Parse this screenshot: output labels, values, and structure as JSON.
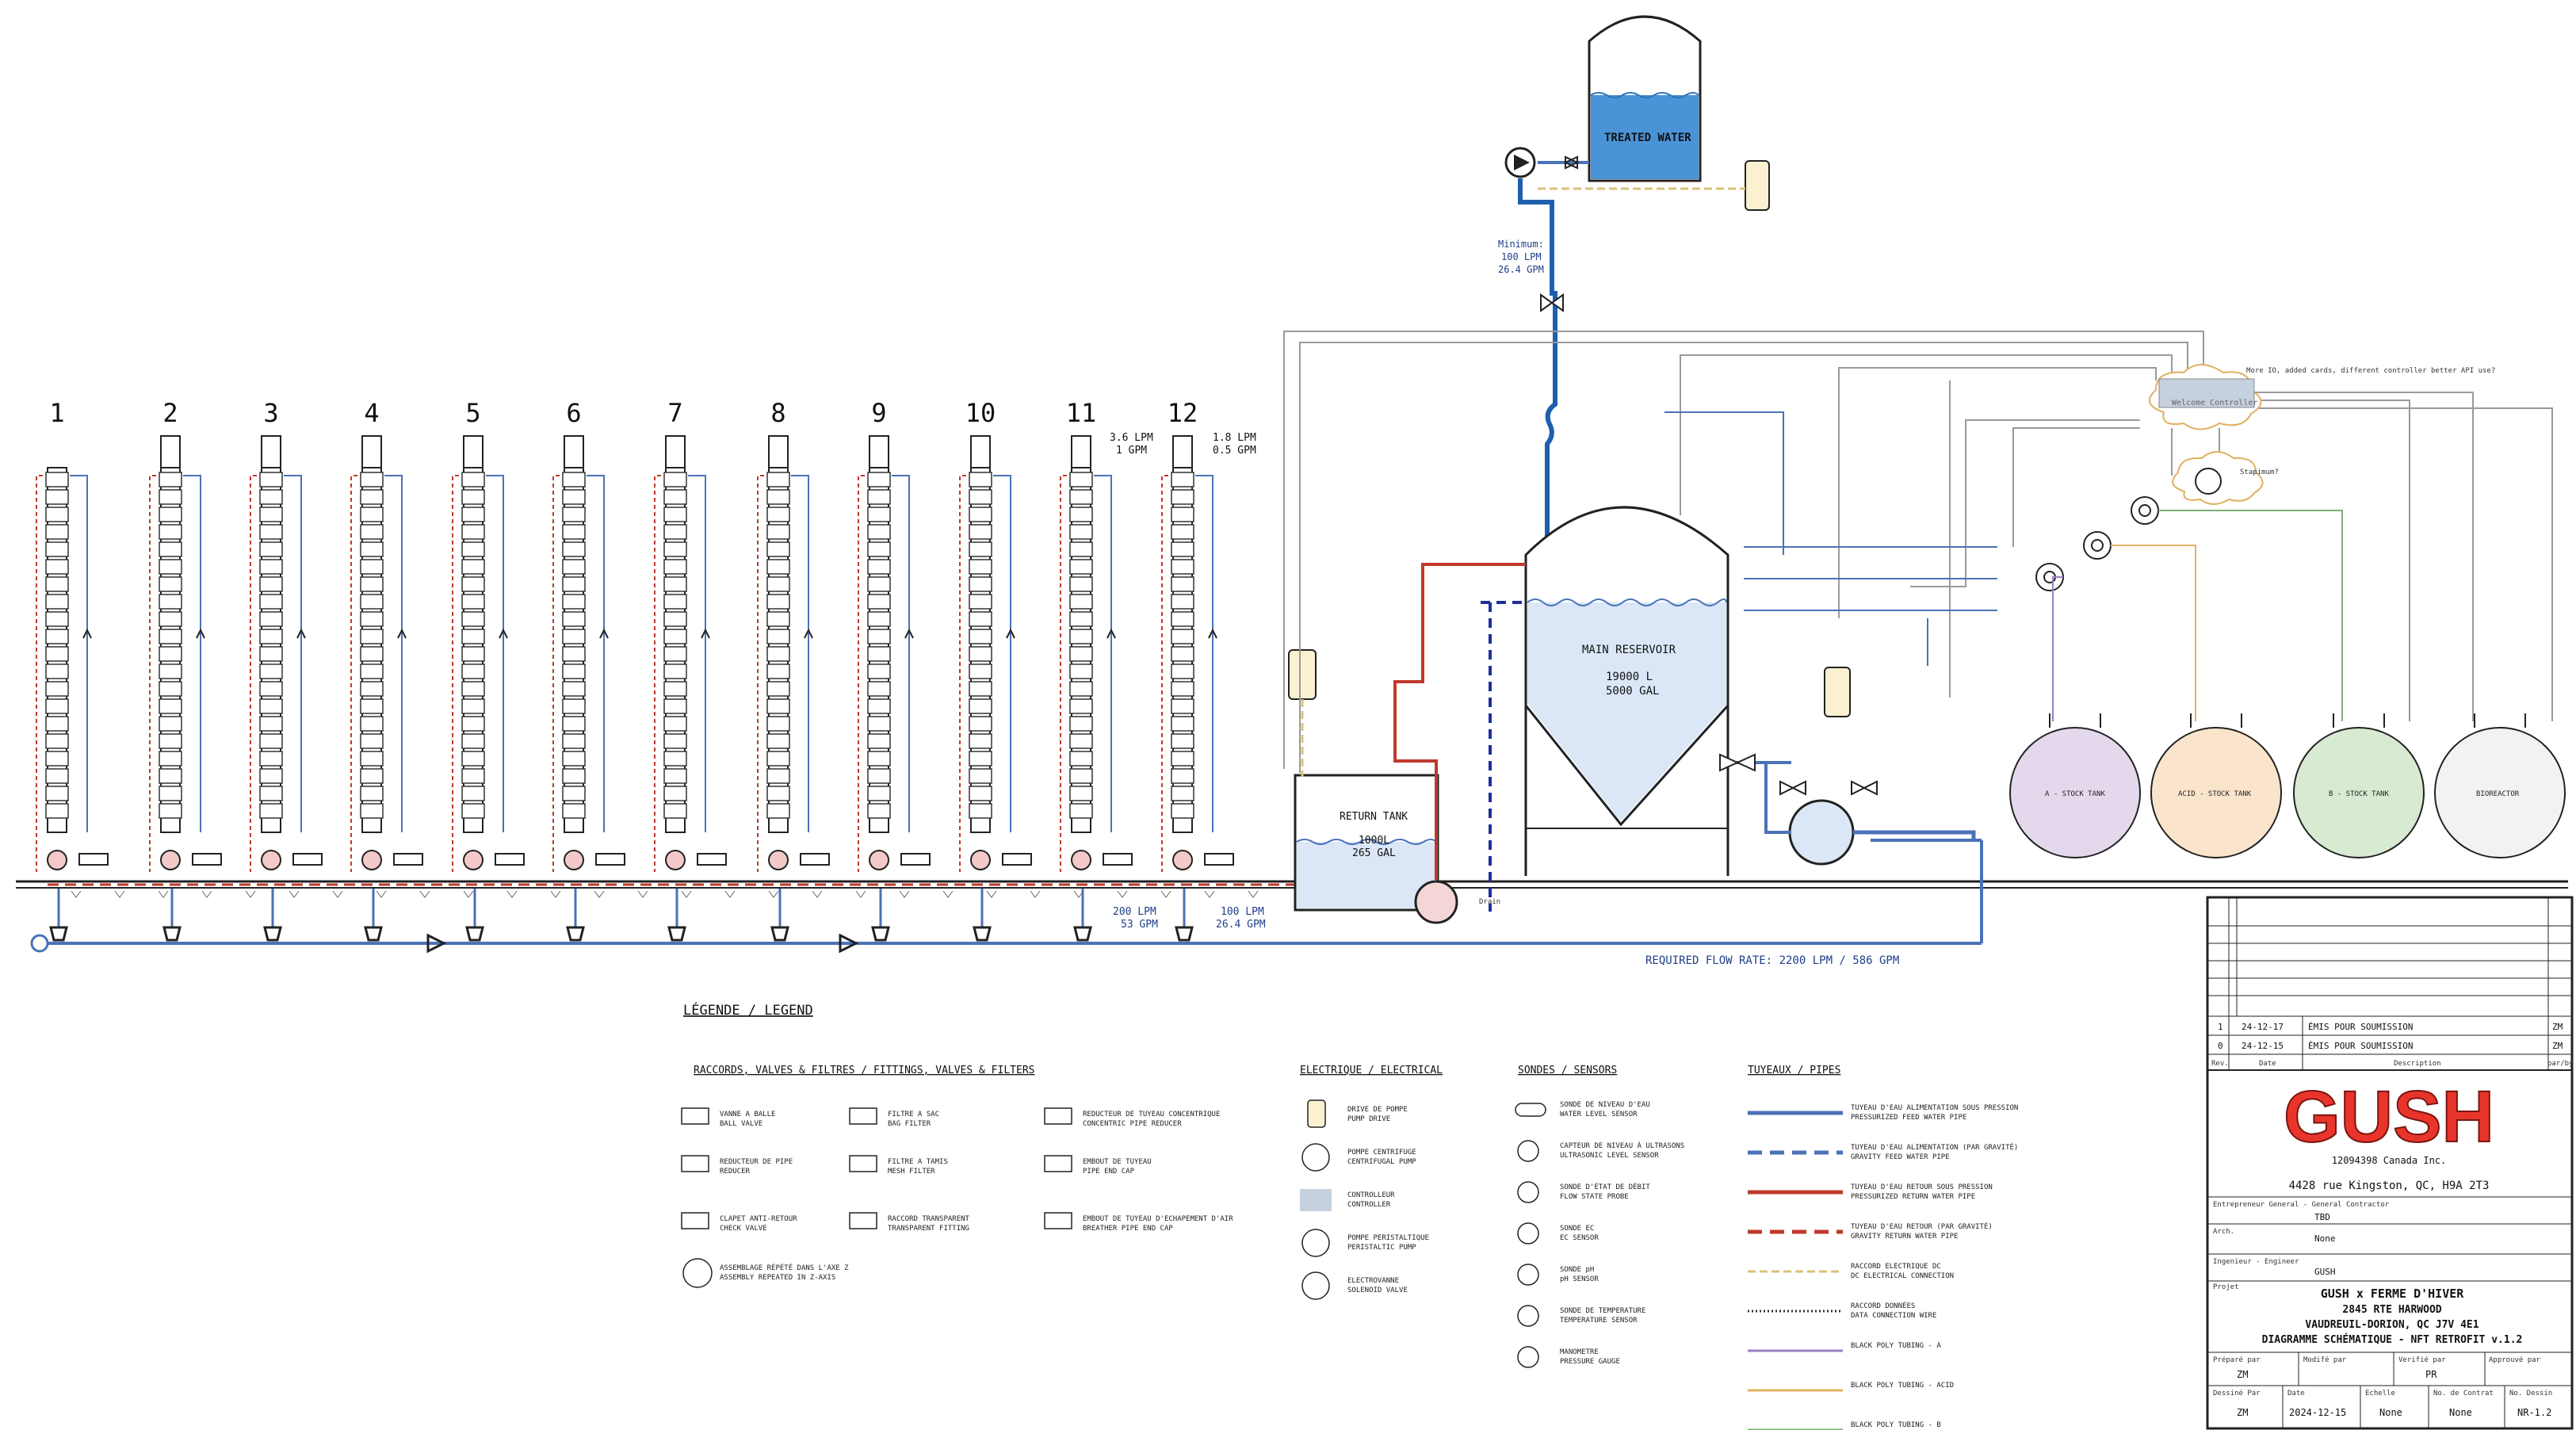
{
  "diagram": {
    "tower_numbers": [
      "1",
      "2",
      "3",
      "4",
      "5",
      "6",
      "7",
      "8",
      "9",
      "10",
      "11",
      "12"
    ],
    "flow_notes": {
      "tower11_a": "3.6 LPM",
      "tower11_b": "1 GPM",
      "tower12_a": "1.8 LPM",
      "tower12_b": "0.5 GPM",
      "header_a1": "200 LPM",
      "header_a2": "53 GPM",
      "header_b1": "100 LPM",
      "header_b2": "26.4 GPM",
      "minimum_1": "Minimum:",
      "minimum_2": "100 LPM",
      "minimum_3": "26.4 GPM",
      "required": "REQUIRED FLOW RATE: 2200 LPM / 586 GPM"
    },
    "tanks": {
      "treated_water": "TREATED WATER",
      "main_reservoir_1": "MAIN RESERVOIR",
      "main_reservoir_2": "19000 L",
      "main_reservoir_3": "5000 GAL",
      "return_tank_1": "RETURN TANK",
      "return_tank_2": "1000L",
      "return_tank_3": "265 GAL",
      "stock_a": "A - STOCK TANK",
      "stock_acid": "ACID - STOCK TANK",
      "stock_b": "B - STOCK TANK",
      "bioreactor": "BIOREACTOR"
    },
    "notes": {
      "controller": "Welcome Controller",
      "controller_note": "More IO, added cards, different controller better API use?",
      "cloud2_note": "Stapimum?",
      "drain": "Drain"
    }
  },
  "legend": {
    "title": "LÉGENDE / LEGEND",
    "fittings": {
      "heading": "RACCORDS, VALVES & FILTRES / FITTINGS, VALVES & FILTERS",
      "items": [
        {
          "fr": "VANNE A BALLE",
          "en": "BALL VALVE"
        },
        {
          "fr": "REDUCTEUR DE PIPE",
          "en": "REDUCER"
        },
        {
          "fr": "CLAPET ANTI-RETOUR",
          "en": "CHECK VALVE"
        },
        {
          "fr": "ASSEMBLAGE RÉPÉTÉ DANS L'AXE Z",
          "en": "ASSEMBLY REPEATED IN Z-AXIS"
        },
        {
          "fr": "FILTRE A SAC",
          "en": "BAG FILTER"
        },
        {
          "fr": "FILTRE A TAMIS",
          "en": "MESH FILTER"
        },
        {
          "fr": "RACCORD TRANSPARENT",
          "en": "TRANSPARENT FITTING"
        },
        {
          "fr": "REDUCTEUR DE TUYEAU CONCENTRIQUE",
          "en": "CONCENTRIC PIPE REDUCER"
        },
        {
          "fr": "EMBOUT DE TUYEAU",
          "en": "PIPE END CAP"
        },
        {
          "fr": "EMBOUT DE TUYEAU D'ECHAPEMENT D'AIR",
          "en": "BREATHER PIPE END CAP"
        }
      ]
    },
    "electrical": {
      "heading": "ELECTRIQUE / ELECTRICAL",
      "items": [
        {
          "fr": "DRIVE DE POMPE",
          "en": "PUMP DRIVE"
        },
        {
          "fr": "POMPE CENTRIFUGE",
          "en": "CENTRIFUGAL PUMP"
        },
        {
          "fr": "CONTROLLEUR",
          "en": "CONTROLLER"
        },
        {
          "fr": "POMPE PERISTALTIQUE",
          "en": "PERISTALTIC PUMP"
        },
        {
          "fr": "ELECTROVANNE",
          "en": "SOLENOID VALVE"
        }
      ]
    },
    "sensors": {
      "heading": "SONDES / SENSORS",
      "items": [
        {
          "fr": "SONDE DE NIVEAU D'EAU",
          "en": "WATER LEVEL SENSOR"
        },
        {
          "fr": "CAPTEUR DE NIVEAU À ULTRASONS",
          "en": "ULTRASONIC LEVEL SENSOR"
        },
        {
          "fr": "SONDE D'ÉTAT DE DÉBIT",
          "en": "FLOW STATE PROBE"
        },
        {
          "fr": "SONDE EC",
          "en": "EC SENSOR"
        },
        {
          "fr": "SONDE pH",
          "en": "pH SENSOR"
        },
        {
          "fr": "SONDE DE TEMPERATURE",
          "en": "TEMPERATURE SENSOR"
        },
        {
          "fr": "MANOMETRE",
          "en": "PRESSURE GAUGE"
        }
      ]
    },
    "pipes": {
      "heading": "TUYEAUX / PIPES",
      "items": [
        {
          "fr": "TUYEAU D'EAU ALIMENTATION SOUS PRESSION",
          "en": "PRESSURIZED FEED WATER PIPE",
          "color": "#4a72b8",
          "dash": "none"
        },
        {
          "fr": "TUYEAU D'EAU ALIMENTATION (PAR GRAVITÉ)",
          "en": "GRAVITY FEED WATER PIPE",
          "color": "#4a72b8",
          "dash": "18 10"
        },
        {
          "fr": "TUYEAU D'EAU RETOUR SOUS PRESSION",
          "en": "PRESSURIZED RETURN WATER PIPE",
          "color": "#c0392b",
          "dash": "none"
        },
        {
          "fr": "TUYEAU D'EAU RETOUR (PAR GRAVITÉ)",
          "en": "GRAVITY RETURN WATER PIPE",
          "color": "#c0392b",
          "dash": "18 10"
        },
        {
          "fr": "RACCORD ELECTRIQUE DC",
          "en": "DC ELECTRICAL CONNECTION",
          "color": "#d9c27a",
          "dash": "10 5"
        },
        {
          "fr": "RACCORD DONNÉES",
          "en": "DATA CONNECTION WIRE",
          "color": "#333333",
          "dash": "2 3"
        },
        {
          "fr": "BLACK POLY TUBING - A",
          "en": "",
          "color": "#9b7fc0",
          "dash": "none"
        },
        {
          "fr": "BLACK POLY TUBING - ACID",
          "en": "",
          "color": "#e0b060",
          "dash": "none"
        },
        {
          "fr": "BLACK POLY TUBING - B",
          "en": "",
          "color": "#7ab070",
          "dash": "none"
        }
      ]
    }
  },
  "title_block": {
    "revisions": [
      {
        "rev": "1",
        "date": "24-12-17",
        "desc": "ÉMIS POUR SOUMISSION",
        "by": "ZM"
      },
      {
        "rev": "0",
        "date": "24-12-15",
        "desc": "ÉMIS POUR SOUMISSION",
        "by": "ZM"
      }
    ],
    "rev_headers": {
      "rev": "Rev.",
      "date": "Date",
      "desc": "Description",
      "by": "par/by"
    },
    "logo": "GUSH",
    "company": "12094398 Canada Inc.",
    "address": "4428 rue Kingston, QC, H9A 2T3",
    "contractor_label": "Entrepreneur General - General Contractor",
    "contractor": "TBD",
    "arch_label": "Arch.",
    "arch": "None",
    "engineer_label": "Ingenieur - Engineer",
    "engineer": "GUSH",
    "project_label": "Projet",
    "project_1": "GUSH x FERME D'HIVER",
    "project_2": "2845 RTE HARWOOD",
    "project_3": "VAUDREUIL-DORION, QC J7V 4E1",
    "project_4": "DIAGRAMME SCHÉMATIQUE - NFT RETROFIT v.1.2",
    "row1_labels": [
      "Préparé par",
      "Modifé par",
      "Verifié par",
      "Approuvé par"
    ],
    "row1_values": [
      "ZM",
      "",
      "PR",
      ""
    ],
    "row2_labels": [
      "Dessiné Par",
      "Date",
      "Echelle",
      "No. de Contrat",
      "No. Dessin"
    ],
    "row2_values": [
      "ZM",
      "2024-12-15",
      "None",
      "None",
      "NR-1.2"
    ]
  },
  "colors": {
    "feed_blue": "#4a72b8",
    "dark_blue": "#1f5fae",
    "return_red": "#c0392b",
    "water_fill": "#dbe7f7",
    "treated_fill": "#4a93d6",
    "stock_a": "#e4d8ec",
    "stock_acid": "#fbe4cc",
    "stock_b": "#d8ead2",
    "bioreactor": "#f2f2f2",
    "logo_red": "#e8352b"
  }
}
